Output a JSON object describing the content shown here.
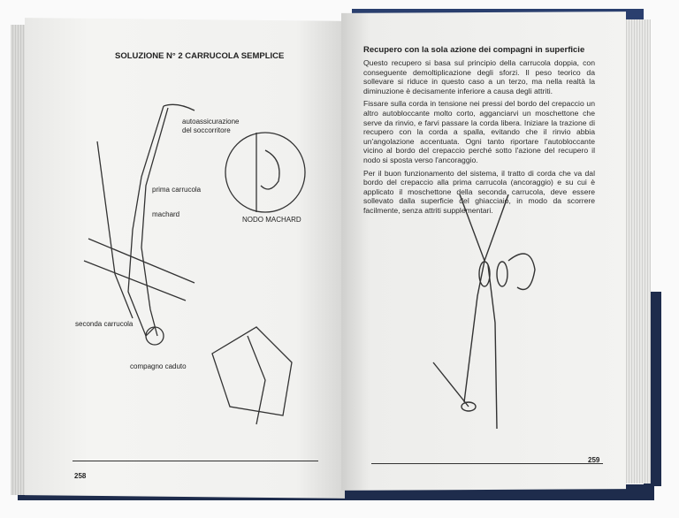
{
  "left_page": {
    "title": "SOLUZIONE N° 2 CARRUCOLA SEMPLICE",
    "labels": {
      "autoassicurazione": "autoassicurazione",
      "soccorritore": "del soccorritore",
      "prima_carrucola": "prima carrucola",
      "machard": "machard",
      "nodo_machard": "NODO MACHARD",
      "seconda_carrucola": "seconda carrucola",
      "compagno_caduto": "compagno caduto"
    },
    "page_number": "258"
  },
  "right_page": {
    "title": "Recupero con la sola azione dei compagni in superficie",
    "paragraphs": [
      "Questo recupero si basa sul principio della carrucola doppia, con conseguente demoltiplicazione degli sforzi. Il peso teorico da sollevare si riduce in questo caso a un terzo, ma nella realtà la diminuzione è decisamente inferiore a causa degli attriti.",
      "Fissare sulla corda in tensione nei pressi del bordo del crepaccio un altro autobloccante molto corto, agganciarvi un moschettone che serve da rinvio, e farvi passare la corda libera. Iniziare la trazione di recupero con la corda a spalla, evitando che il rinvio abbia un'angolazione accentuata. Ogni tanto riportare l'autobloccante vicino al bordo del crepaccio perché sotto l'azione del recupero il nodo si sposta verso l'ancoraggio.",
      "Per il buon funzionamento del sistema, il tratto di corda che va dal bordo del crepaccio alla prima carrucola (ancoraggio) e su cui è applicato il moschettone della seconda carrucola, deve essere sollevato dalla superficie del ghiacciaio, in modo da scorrere facilmente, senza attriti supplementari."
    ],
    "page_number": "259"
  },
  "colors": {
    "cover": "#2a3f6e",
    "paper": "#f2f2f0",
    "ink": "#222222"
  }
}
